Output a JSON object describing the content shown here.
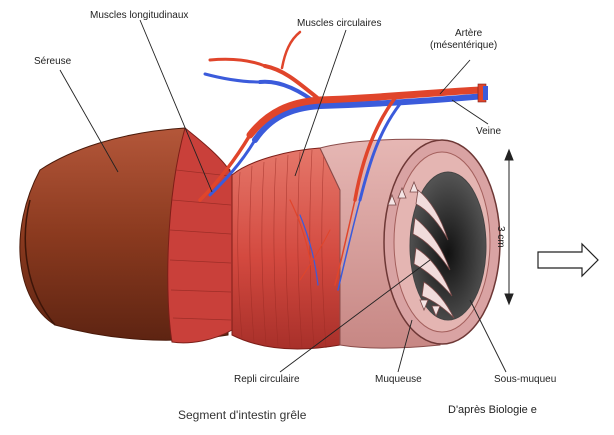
{
  "figure": {
    "labels": {
      "sereuse": "Séreuse",
      "muscles_longitudinaux": "Muscles longitudinaux",
      "muscles_circulaires": "Muscles circulaires",
      "artere_line1": "Artère",
      "artere_line2": "(mésentérique)",
      "veine": "Veine",
      "dimension": "3 cm",
      "repli_circulaire": "Repli circulaire",
      "muqueuse": "Muqueuse",
      "sous_muqueuse": "Sous-muqueu"
    },
    "caption": "Segment d'intestin grêle",
    "credit": "D'après Biologie e"
  },
  "colors": {
    "serosa": "#8b3a1f",
    "muscle": "#d9534a",
    "wall": "#d9a3a3",
    "lumen": "#2a2a2a",
    "artery": "#e0452b",
    "vein": "#3b5bdb"
  },
  "icons": [
    "right-arrow-icon"
  ]
}
